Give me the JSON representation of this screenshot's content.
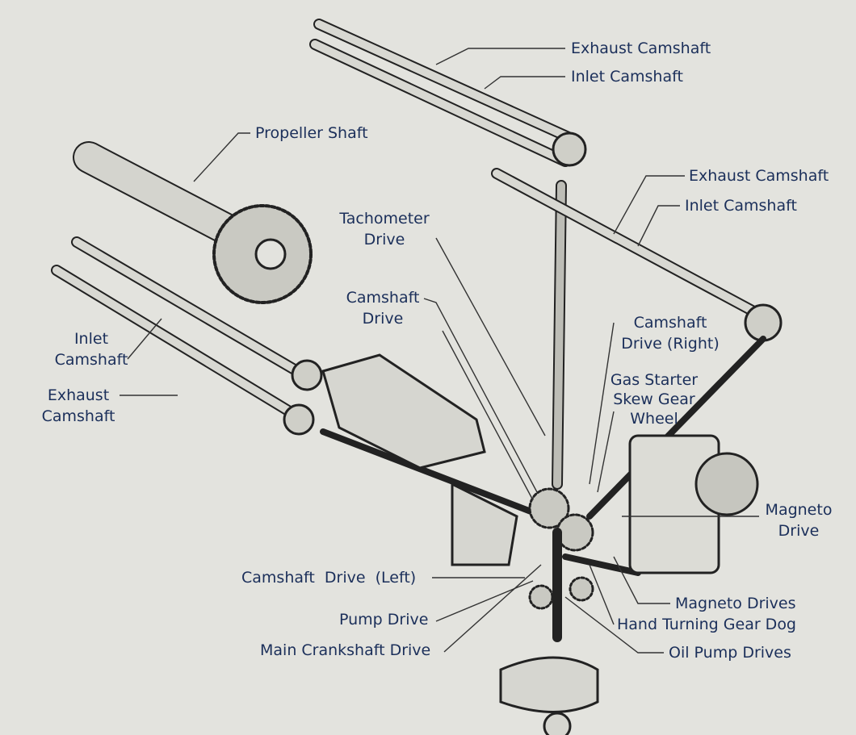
{
  "colors": {
    "label": "#1b2f5a",
    "background": "#e3e3de",
    "line": "#222222"
  },
  "labels": {
    "exhaust_camshaft_top": "Exhaust Camshaft",
    "inlet_camshaft_top": "Inlet Camshaft",
    "propeller_shaft": "Propeller Shaft",
    "exhaust_camshaft_right": "Exhaust Camshaft",
    "inlet_camshaft_right": "Inlet Camshaft",
    "tachometer_drive": [
      "Tachometer",
      "Drive"
    ],
    "camshaft_drive": [
      "Camshaft",
      "Drive"
    ],
    "camshaft_drive_right": [
      "Camshaft",
      "Drive (Right)"
    ],
    "inlet_camshaft_left": [
      "Inlet",
      "Camshaft"
    ],
    "exhaust_camshaft_left": [
      "Exhaust",
      "Camshaft"
    ],
    "gas_starter": [
      "Gas Starter",
      "Skew Gear",
      "Wheel"
    ],
    "magneto_drive": [
      "Magneto",
      "Drive"
    ],
    "camshaft_drive_left": "Camshaft  Drive  (Left)",
    "pump_drive": "Pump Drive",
    "main_crankshaft_drive": "Main Crankshaft Drive",
    "magneto_drives": "Magneto Drives",
    "hand_turning_gear_dog": "Hand Turning Gear Dog",
    "oil_pump_drives": "Oil Pump Drives"
  }
}
